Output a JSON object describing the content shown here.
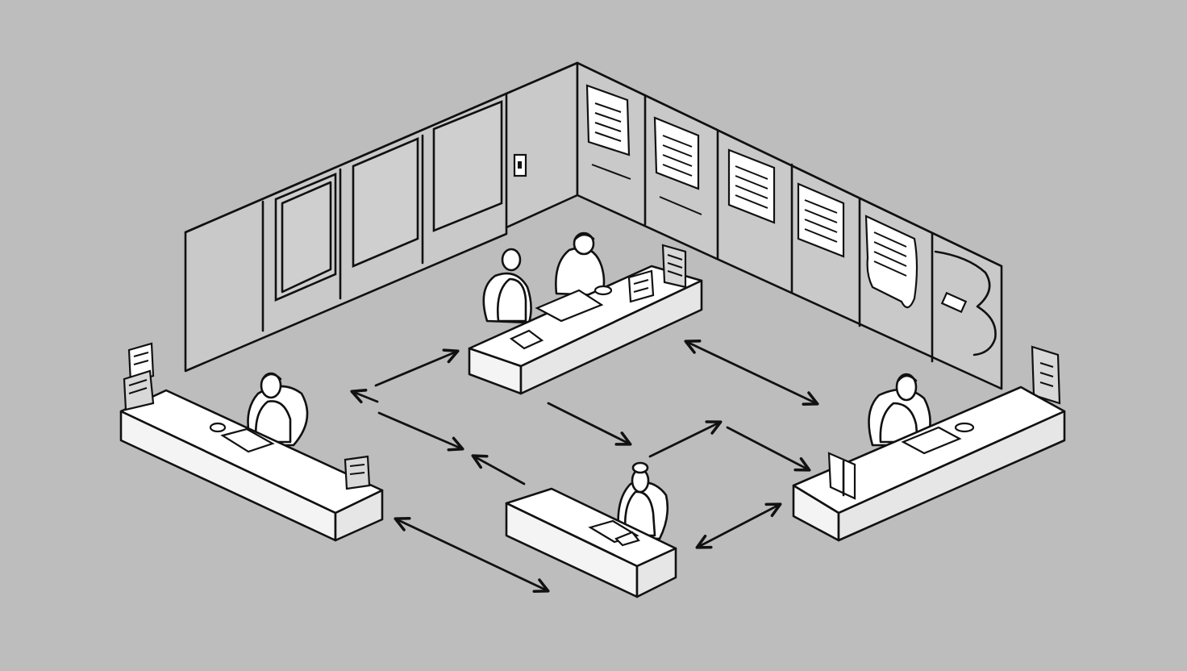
{
  "scene": {
    "description_free": true,
    "colors": {
      "background": "#bdbdbd",
      "wall": "#c9c9c9",
      "line": "#111111",
      "desk_top": "#ffffff"
    }
  },
  "elements": {
    "desks": [
      "left-desk",
      "back-desk",
      "front-desk",
      "right-desk"
    ],
    "people_count": 5,
    "arrow_count": 10,
    "wall_panels_count": 6
  }
}
